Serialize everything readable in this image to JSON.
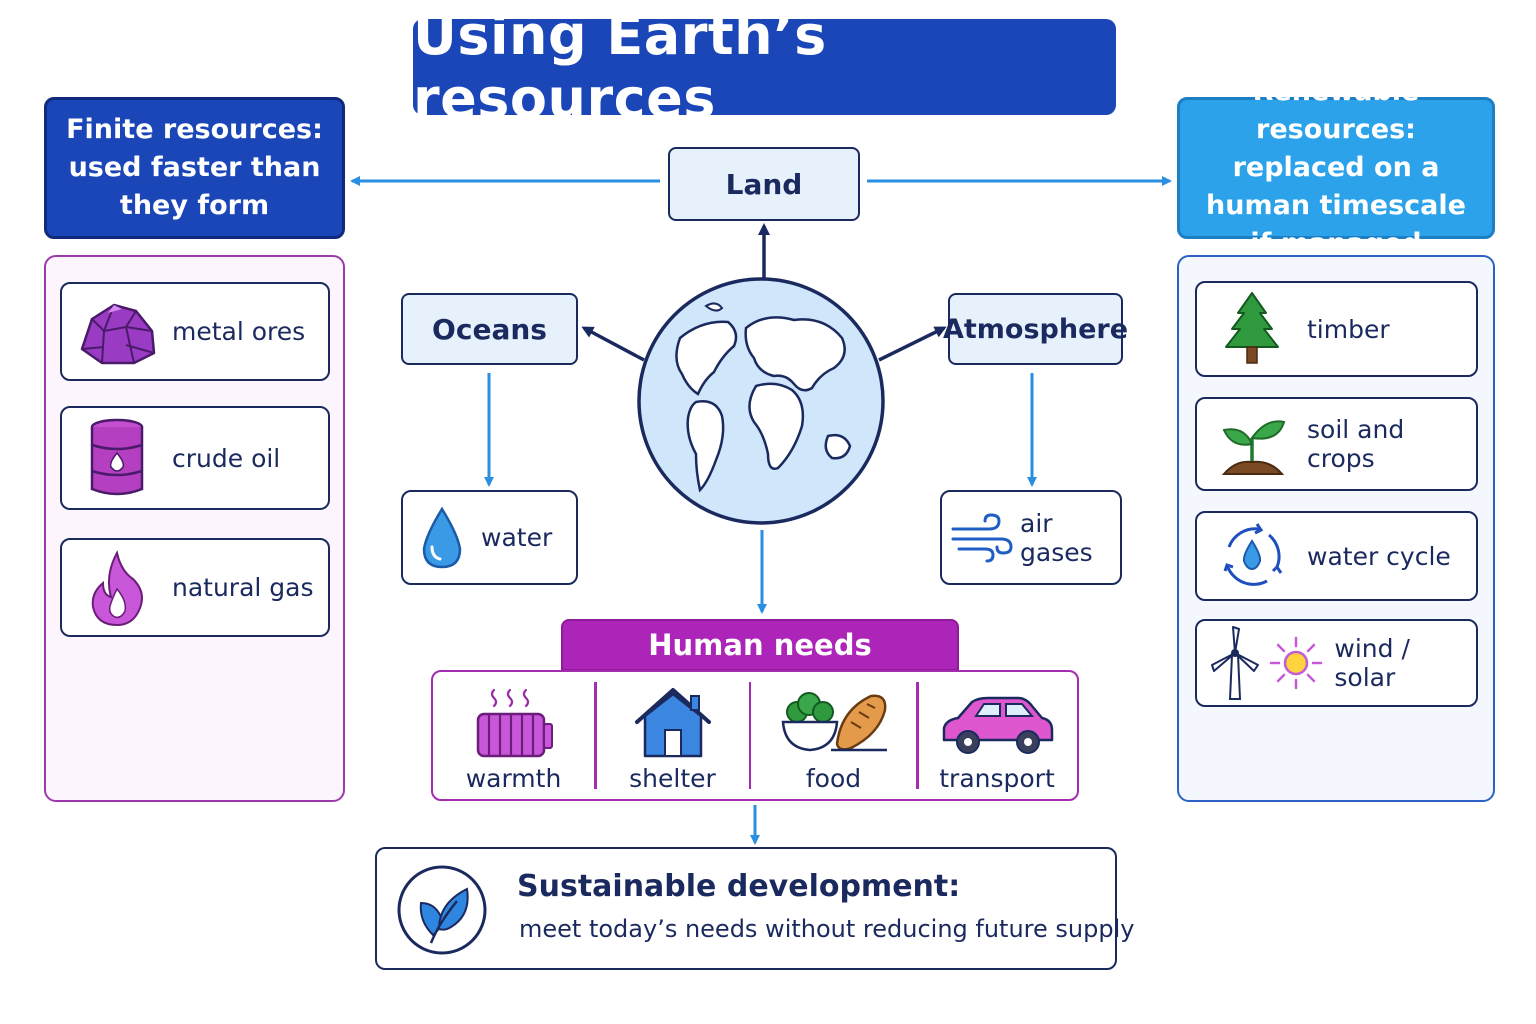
{
  "title": "Using Earth’s resources",
  "finite": {
    "header": "Finite resources: used faster than they form",
    "items": [
      {
        "label": "metal ores",
        "icon": "rock-ore-icon"
      },
      {
        "label": "crude oil",
        "icon": "oil-barrel-icon"
      },
      {
        "label": "natural gas",
        "icon": "flame-icon"
      }
    ]
  },
  "renewable": {
    "header": "Renewable resources: replaced on a human timescale if managed",
    "items": [
      {
        "label": "timber",
        "icon": "pine-tree-icon"
      },
      {
        "label": "soil and crops",
        "icon": "seedling-icon"
      },
      {
        "label": "water cycle",
        "icon": "water-cycle-icon"
      },
      {
        "label": "wind / solar",
        "icon": "wind-turbine-and-sun-icon"
      }
    ]
  },
  "sources": {
    "land": "Land",
    "oceans": "Oceans",
    "atmosphere": "Atmosphere",
    "water": "water",
    "air_gases": "air gases"
  },
  "needs": {
    "header": "Human needs",
    "items": [
      {
        "label": "warmth",
        "icon": "radiator-icon"
      },
      {
        "label": "shelter",
        "icon": "house-icon"
      },
      {
        "label": "food",
        "icon": "food-bowl-bread-icon"
      },
      {
        "label": "transport",
        "icon": "car-icon"
      }
    ]
  },
  "sustainable": {
    "title": "Sustainable development:",
    "subtitle": "meet today’s needs without reducing future supply",
    "icon": "leaf-icon"
  },
  "colors": {
    "navy": "#1b2a5e",
    "royal_blue": "#1a46b8",
    "sky_blue": "#2ba2ea",
    "magenta": "#ad24b9",
    "light_blue_fill": "#e6f1fc"
  }
}
